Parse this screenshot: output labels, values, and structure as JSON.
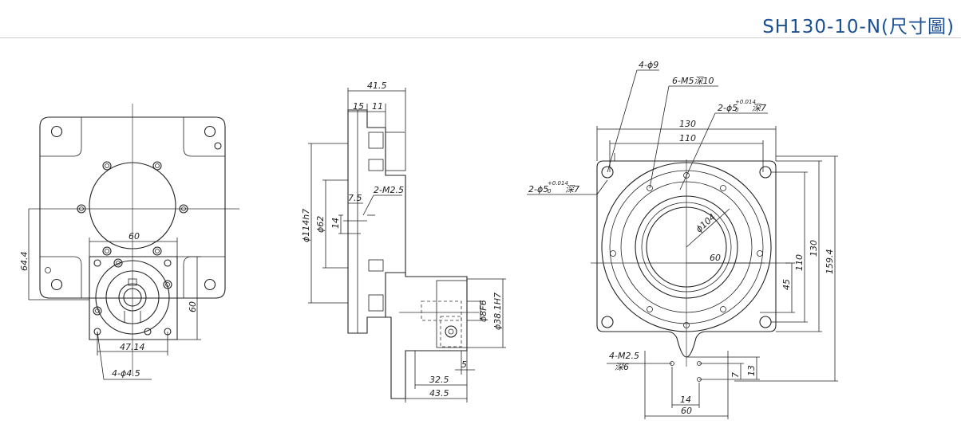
{
  "title": "SH130-10-N(尺寸圖)",
  "front": {
    "d1": "60",
    "d2": "64.4",
    "d3": "60",
    "d4": "47.14",
    "d5": "4-ϕ4.5"
  },
  "side": {
    "d1": "41.5",
    "d2": "15",
    "d3": "11",
    "d4": "ϕ114h7",
    "d5": "ϕ62",
    "d6": "7.5",
    "d7": "2-M2.5",
    "d8": "14",
    "d9": "ϕ8F6",
    "d10": "ϕ38.1H7",
    "d11": "5",
    "d12": "32.5",
    "d13": "43.5"
  },
  "top": {
    "d1": "4-ϕ9",
    "d2": "6-M5深10",
    "d3": "2-ϕ5",
    "d3tol": "+0.014",
    "d3tol2": "0",
    "d3deep": "深7",
    "d4": "130",
    "d5": "110",
    "d6": "2-ϕ5",
    "d6tol": "+0.014",
    "d6tol2": "0",
    "d6deep": "深7",
    "d7": "ϕ104",
    "d8": "60",
    "d9": "110",
    "d10": "130",
    "d11": "159.4",
    "d12": "45",
    "d13": "4-M2.5",
    "d14": "深6",
    "d15": "7",
    "d16": "13",
    "d17": "14",
    "d18": "60"
  }
}
